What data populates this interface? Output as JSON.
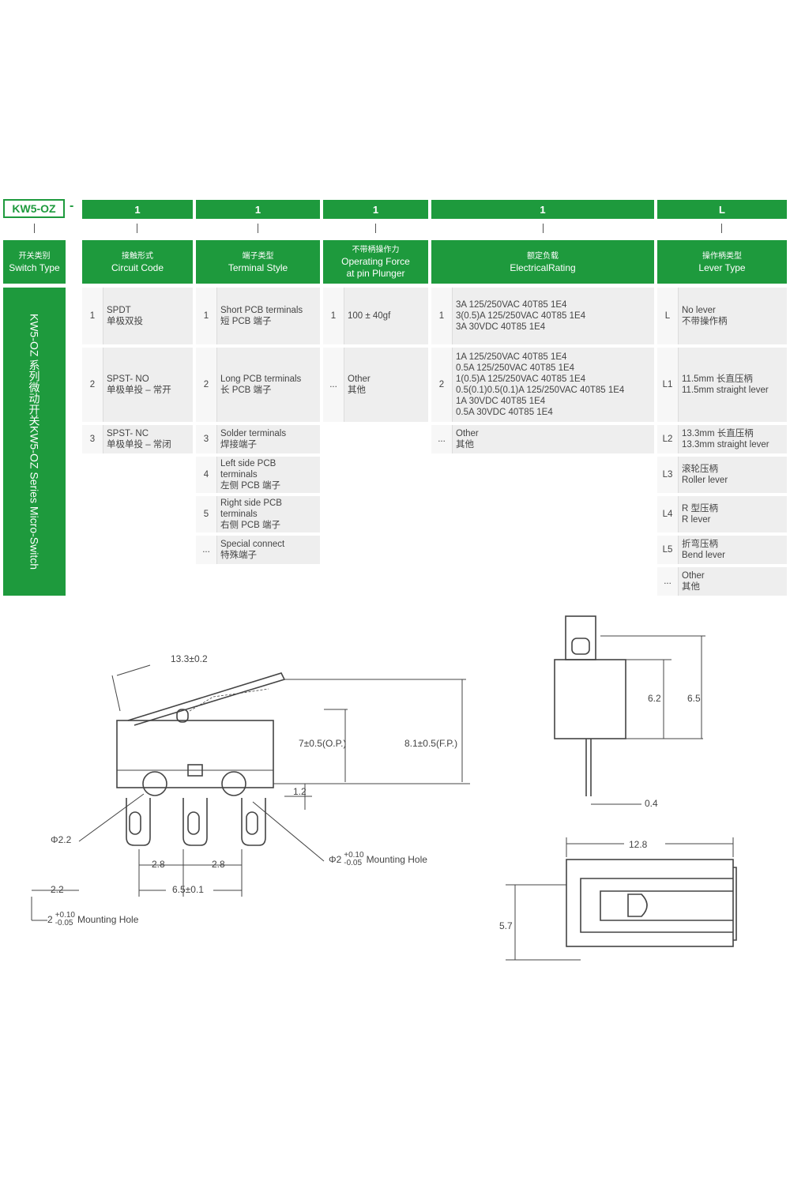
{
  "code_row": {
    "model": "KW5-OZ",
    "dash": "-",
    "codes": [
      "1",
      "1",
      "1",
      "1",
      "L"
    ]
  },
  "headers": {
    "switch_type": {
      "zh": "开关类别",
      "en": "Switch Type"
    },
    "circuit_code": {
      "zh": "接触形式",
      "en": "Circuit Code"
    },
    "terminal_style": {
      "zh": "端子类型",
      "en": "Terminal Style"
    },
    "operating_force": {
      "zh": "不带柄操作力",
      "en1": "Operating Force",
      "en2": "at pin Plunger"
    },
    "electrical_rating": {
      "zh": "额定负载",
      "en": "ElectricalRating"
    },
    "lever_type": {
      "zh": "操作柄类型",
      "en": "Lever Type"
    }
  },
  "series_title": {
    "zh": "KW5-OZ 系列微动开关",
    "en": "KW5-OZ Series Micro-Switch"
  },
  "circuit_code": [
    {
      "num": "1",
      "lines": [
        "SPDT",
        "单极双投"
      ]
    },
    {
      "num": "2",
      "lines": [
        "SPST- NO",
        "单极单投 – 常开"
      ]
    },
    {
      "num": "3",
      "lines": [
        "SPST- NC",
        "单极单投 – 常闭"
      ]
    }
  ],
  "terminal_style": [
    {
      "num": "1",
      "lines": [
        "Short PCB terminals",
        "短 PCB 端子"
      ]
    },
    {
      "num": "2",
      "lines": [
        "Long PCB terminals",
        "长 PCB 端子"
      ]
    },
    {
      "num": "3",
      "lines": [
        "Solder terminals",
        "焊接端子"
      ]
    },
    {
      "num": "4",
      "lines": [
        "Left side PCB",
        "terminals",
        "左侧 PCB 端子"
      ]
    },
    {
      "num": "5",
      "lines": [
        "Right side PCB",
        "terminals",
        "右侧 PCB 端子"
      ]
    },
    {
      "num": "...",
      "lines": [
        "Special connect",
        "特殊端子"
      ]
    }
  ],
  "operating_force": [
    {
      "num": "1",
      "lines": [
        "100 ± 40gf"
      ]
    },
    {
      "num": "...",
      "lines": [
        "Other",
        "其他"
      ]
    }
  ],
  "electrical_rating": [
    {
      "num": "1",
      "lines": [
        "3A 125/250VAC  40T85  1E4",
        "3(0.5)A 125/250VAC  40T85  1E4",
        "3A 30VDC   40T85  1E4"
      ]
    },
    {
      "num": "2",
      "lines": [
        "1A 125/250VAC  40T85  1E4",
        "0.5A 125/250VAC  40T85  1E4",
        "1(0.5)A 125/250VAC  40T85  1E4",
        "0.5(0.1)0.5(0.1)A 125/250VAC  40T85  1E4",
        "1A 30VDC    40T85  1E4",
        "0.5A 30VDC    40T85  1E4"
      ]
    },
    {
      "num": "...",
      "lines": [
        "Other",
        "其他"
      ]
    }
  ],
  "lever_type": [
    {
      "num": "L",
      "lines": [
        "No lever",
        "不带操作柄"
      ]
    },
    {
      "num": "L1",
      "lines": [
        "11.5mm 长直压柄",
        "11.5mm straight lever"
      ]
    },
    {
      "num": "L2",
      "lines": [
        "13.3mm 长直压柄",
        "13.3mm straight lever"
      ]
    },
    {
      "num": "L3",
      "lines": [
        "滚轮压柄",
        "Roller lever"
      ]
    },
    {
      "num": "L4",
      "lines": [
        "R 型压柄",
        "R lever"
      ]
    },
    {
      "num": "L5",
      "lines": [
        "折弯压柄",
        "Bend lever"
      ]
    },
    {
      "num": "...",
      "lines": [
        "Other",
        "其他"
      ]
    }
  ],
  "drawing_labels": {
    "lever_length": "13.3±0.2",
    "op": "7±0.5(O.P.)",
    "fp": "8.1±0.5(F.P.)",
    "d12": "1.2",
    "phi22": "Φ2.2",
    "d28a": "2.8",
    "d28b": "2.8",
    "d22": "2.2",
    "d65": "6.5±0.1",
    "mount1_base": "Φ2",
    "mount1_sup": "+0.10",
    "mount1_sub": "-0.05",
    "mount1_text": "Mounting Hole",
    "mount2_base": "2",
    "mount2_sup": "+0.10",
    "mount2_sub": "-0.05",
    "mount2_text": "Mounting Hole",
    "d62": "6.2",
    "d65b": "6.5",
    "d04": "0.4",
    "d128": "12.8",
    "d57": "5.7"
  },
  "colors": {
    "accent": "#1e9a3d",
    "cell": "#eeeeee",
    "line": "#444444"
  }
}
